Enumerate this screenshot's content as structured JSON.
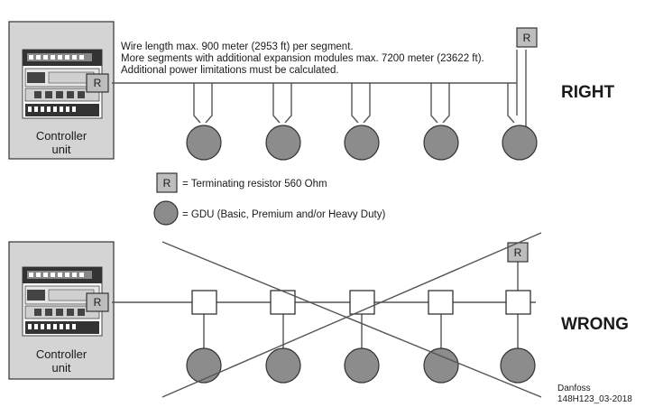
{
  "notes": [
    "Wire length max. 900 meter (2953 ft) per segment.",
    "More segments with additional expansion modules max. 7200 meter (23622 ft).",
    "Additional power limitations must be calculated."
  ],
  "status": {
    "right": "RIGHT",
    "wrong": "WRONG"
  },
  "controller": {
    "line1": "Controller",
    "line2": "unit"
  },
  "resistor_symbol": "R",
  "legend": {
    "resistor": "= Terminating resistor 560 Ohm",
    "gdu": "= GDU (Basic, Premium and/or Heavy Duty)"
  },
  "credit": {
    "brand": "Danfoss",
    "code": "148H123_03-2018"
  }
}
